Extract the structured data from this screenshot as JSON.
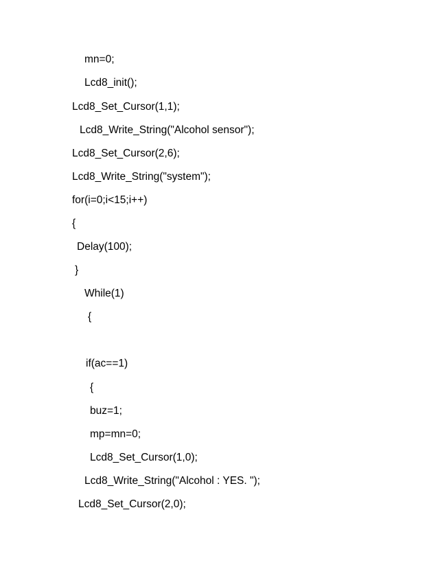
{
  "document": {
    "lines": [
      "mn=0;",
      "Lcd8_init();",
      "Lcd8_Set_Cursor(1,1);",
      "Lcd8_Write_String(\"Alcohol sensor\");",
      "Lcd8_Set_Cursor(2,6);",
      "Lcd8_Write_String(\"system\");",
      "for(i=0;i<15;i++)",
      "{",
      "Delay(100);",
      "}",
      "While(1)",
      "{",
      "if(ac==1)",
      "{",
      "buz=1;",
      "mp=mn=0;",
      "Lcd8_Set_Cursor(1,0);",
      "Lcd8_Write_String(\"Alcohol : YES. \");",
      "Lcd8_Set_Cursor(2,0);"
    ]
  }
}
